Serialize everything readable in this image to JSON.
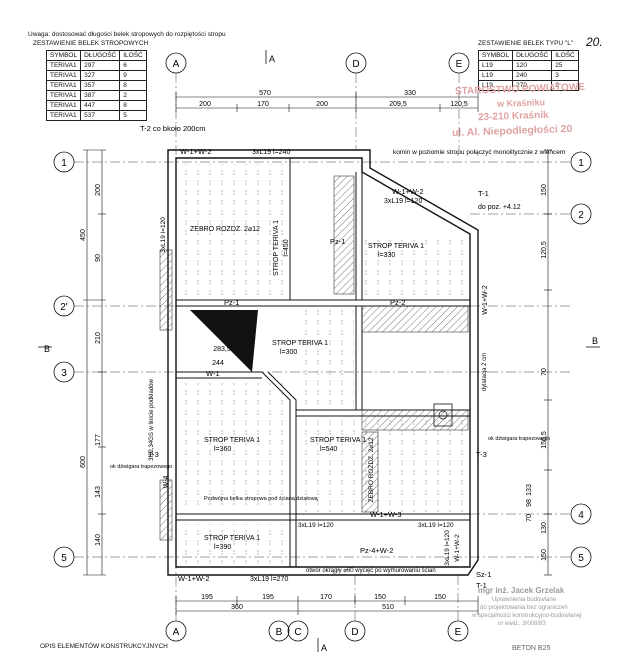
{
  "header": {
    "note": "Uwaga: dostosować długości belek stropowych do rozpiętości stropu",
    "table_title": "ZESTAWIENIE BELEK STROPOWYCH",
    "page_number": "20."
  },
  "left_table": {
    "columns": [
      "SYMBOL",
      "DŁUGOŚĆ",
      "ILOŚĆ"
    ],
    "rows": [
      [
        "TERIVA1",
        "297",
        "6"
      ],
      [
        "TERIVA1",
        "327",
        "9"
      ],
      [
        "TERIVA1",
        "357",
        "8"
      ],
      [
        "TERIVA1",
        "387",
        "2"
      ],
      [
        "TERIVA1",
        "447",
        "8"
      ],
      [
        "TERIVA1",
        "537",
        "5"
      ]
    ]
  },
  "right_table": {
    "title": "ZESTAWIENIE BELEK TYPU \"L\"",
    "columns": [
      "SYMBOL",
      "DŁUGOŚĆ",
      "ILOŚĆ"
    ],
    "rows": [
      [
        "L19",
        "120",
        "25"
      ],
      [
        "L19",
        "240",
        "3"
      ],
      [
        "L19",
        "270",
        "3"
      ]
    ]
  },
  "axes": {
    "top": [
      "A",
      "D",
      "E"
    ],
    "bottom": [
      "A",
      "B",
      "C",
      "D",
      "E"
    ],
    "left": [
      "1",
      "2'",
      "3",
      "5"
    ],
    "right": [
      "1",
      "2",
      "4",
      "5"
    ]
  },
  "section_marks": {
    "top": "A",
    "left": "B",
    "right": "B",
    "bottom": "A"
  },
  "dimensions": {
    "top_total": "570",
    "top_right": "330",
    "top_chain": [
      "200",
      "170",
      "200",
      "209,5",
      "120,5"
    ],
    "bottom_chain1": [
      "195",
      "195",
      "170",
      "150",
      "150"
    ],
    "bottom_chain2": [
      "360",
      "510"
    ],
    "left_outer": [
      "450",
      "600"
    ],
    "left_inner": [
      "200",
      "90",
      "210",
      "177",
      "143",
      "140"
    ],
    "right_chain": [
      "150",
      "120,5",
      "70",
      "156,5",
      "133",
      "98",
      "70",
      "130",
      "150"
    ]
  },
  "beams": {
    "t2_top": "T-2 co bkoło 200cm",
    "w_top": "W-1+W-2",
    "l_top": "3xL19 l=240",
    "w_mid": "W-1+W-2",
    "l_mid": "3xL19 l=120",
    "t1": "T-1",
    "t1_level": "do poz. +4.12",
    "l_left_vertical": "3xL19 l=120",
    "pz1": "Pz-1",
    "pz2": "Pz-2",
    "w_right_vert": "W-1+W-2",
    "w_row3": "W-1",
    "w2_right": "W-1+W-2",
    "t3_left": "T-3",
    "t3_right": "T-3",
    "w4": "W-4",
    "w_bottom_mid": "3xL19 l=120",
    "w_bottom_mid2": "3xL19 l=120",
    "w3": "W-1+W-3",
    "pz4": "Pz-4+W-2",
    "w_bottom": "W-1+W-2",
    "l_bottom": "3xL19 l=270",
    "w_bottom_right": "W-1+W-2",
    "l_bottom_right": "3xL19 l=120",
    "sz1": "Sz-1",
    "t1_bottom": "T-1",
    "lintel_note": "3f12,34GS w linicie podkładów"
  },
  "rooms": {
    "komin": "komin w poziomie stropu połączyć monolitycznie z wieńcem",
    "zebro": "ZEBRO ROZDZ. 2⌀12",
    "strop1": "STROP TERIVA 1",
    "strop1_l": "l=450",
    "strop2": "STROP TERIVA 1",
    "strop2_l": "l=330",
    "strop3": "STROP TERIVA 1",
    "strop3_l": "l=300",
    "strop4": "STROP TERIVA 1",
    "strop4_l": "l=360",
    "strop5": "STROP TERIVA 1",
    "strop5_l": "l=540",
    "strop6": "STROP TERIVA 1",
    "strop6_l": "l=390",
    "zebro2": "ZEBRO ROZDZ. 2⌀12",
    "podwojna": "Podwójna belka stropowa pod ścianą działową",
    "otwor": "otwór okrągły ⌀60 wycięć po wymurowaniu ścian",
    "dziegiel_left": "ok dźwigara trapezowego",
    "dziegiel_right": "ok dźwigara trapezowego",
    "dylatacja": "dylatacja 2 cm",
    "stair_283": "283,5",
    "stair_244": "244"
  },
  "stamps": {
    "company": [
      "STAROSTWO POWIATOWE",
      "w Kraśniku",
      "23-210 Kraśnik",
      "ul. Al. Niepodległości 20"
    ],
    "engineer": [
      "mgr inż. Jacek Grzelak",
      "Uprawnienia budowlane",
      "do projektowania bez ograniczeń",
      "w specjalności konstrukcyjno-budowlanej",
      "nr ewid.: 3/008/83"
    ]
  },
  "footer": {
    "left": "OPIS ELEMENTÓW KONSTRUKCYJNYCH",
    "right": "BETON B25"
  },
  "colors": {
    "ink": "#111111",
    "stamp_red": "#e0a3a3",
    "stamp_grey": "#9a9a9a"
  }
}
